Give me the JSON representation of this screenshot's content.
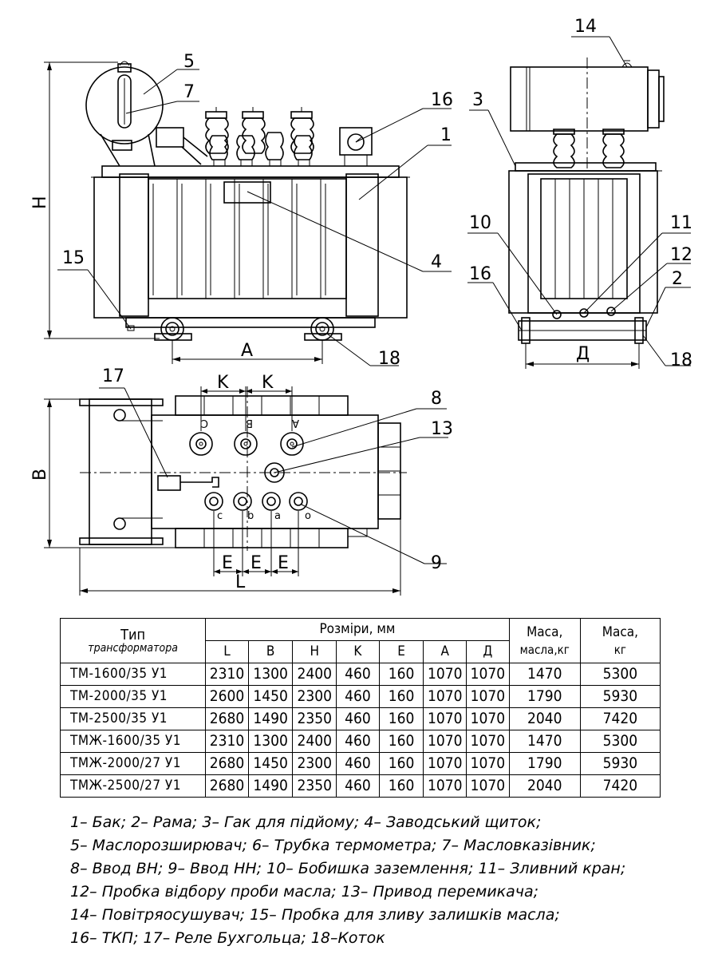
{
  "callouts": {
    "front": [
      "5",
      "7",
      "16",
      "1",
      "4",
      "15",
      "18",
      "H",
      "A"
    ],
    "side": [
      "14",
      "3",
      "10",
      "11",
      "12",
      "16",
      "2",
      "18",
      "Д"
    ],
    "top": [
      "17",
      "8",
      "13",
      "9",
      "K",
      "K",
      "B",
      "E",
      "E",
      "E",
      "L"
    ],
    "terminals_hv": [
      "C",
      "B",
      "A"
    ],
    "terminals_lv": [
      "c",
      "b",
      "a",
      "o"
    ]
  },
  "table": {
    "header": {
      "type_line1": "Тип",
      "type_line2": "трансформатора",
      "dimensions": "Розміри, мм",
      "oil_mass_line1": "Маса,",
      "oil_mass_line2": "масла,кг",
      "mass_line1": "Маса,",
      "mass_line2": "кг",
      "cols": [
        "L",
        "B",
        "H",
        "K",
        "E",
        "A",
        "Д"
      ]
    },
    "rows": [
      [
        "ТМ-1600/35 У1",
        "2310",
        "1300",
        "2400",
        "460",
        "160",
        "1070",
        "1070",
        "1470",
        "5300"
      ],
      [
        "ТМ-2000/35 У1",
        "2600",
        "1450",
        "2300",
        "460",
        "160",
        "1070",
        "1070",
        "1790",
        "5930"
      ],
      [
        "ТМ-2500/35 У1",
        "2680",
        "1490",
        "2350",
        "460",
        "160",
        "1070",
        "1070",
        "2040",
        "7420"
      ],
      [
        "ТМЖ-1600/35 У1",
        "2310",
        "1300",
        "2400",
        "460",
        "160",
        "1070",
        "1070",
        "1470",
        "5300"
      ],
      [
        "ТМЖ-2000/27 У1",
        "2680",
        "1450",
        "2300",
        "460",
        "160",
        "1070",
        "1070",
        "1790",
        "5930"
      ],
      [
        "ТМЖ-2500/27 У1",
        "2680",
        "1490",
        "2350",
        "460",
        "160",
        "1070",
        "1070",
        "2040",
        "7420"
      ]
    ]
  },
  "legend": [
    "1– Бак; 2– Рама; 3– Гак для підйому; 4– Заводський щиток;",
    "5– Маслорозширювач; 6– Трубка термометра; 7– Масловказівник;",
    "8– Ввод ВН; 9– Ввод НН; 10– Бобишка заземлення; 11– Зливний кран;",
    "12– Пробка відбору проби масла; 13– Привод перемикача;",
    "14– Повітряосушувач; 15– Пробка для зливу залишків масла;",
    "16– ТКП; 17– Реле Бухгольца; 18–Коток"
  ]
}
